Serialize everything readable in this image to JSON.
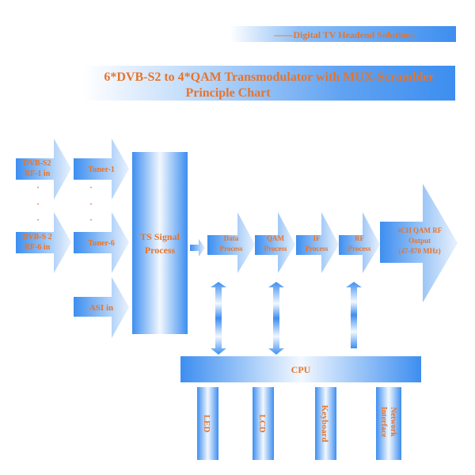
{
  "header": {
    "tagline": "——Digital TV Headend Solutions"
  },
  "title": {
    "line1": "6*DVB-S2 to 4*QAM Transmodulator with MUX-Scrambler",
    "line2": "Principle Chart"
  },
  "inputs": {
    "rf1": [
      "DVB-S2",
      "RF-1 in"
    ],
    "rf6": [
      "DVB-S 2",
      "RF-6 in"
    ],
    "dots": "·"
  },
  "tuners": {
    "t1": "Tuner-1",
    "t6": "Tuner-6",
    "asi": "ASI in"
  },
  "ts": [
    "TS Signal",
    "Process"
  ],
  "chain": {
    "data": [
      "Data",
      "Process"
    ],
    "qam": [
      "QAM",
      "Process"
    ],
    "if": [
      "IF",
      "Process"
    ],
    "rf": [
      "RF",
      "Process"
    ],
    "output": [
      "4CH QAM RF",
      "Output",
      "(47-870 MHz)"
    ]
  },
  "cpu": "CPU",
  "peripherals": {
    "led": "LED",
    "lcd": "LCD",
    "keyboard": "Keyboard",
    "network": [
      "Network",
      "Interface"
    ]
  },
  "colors": {
    "blue": "#3d8ef0",
    "text": "#e8742a"
  }
}
